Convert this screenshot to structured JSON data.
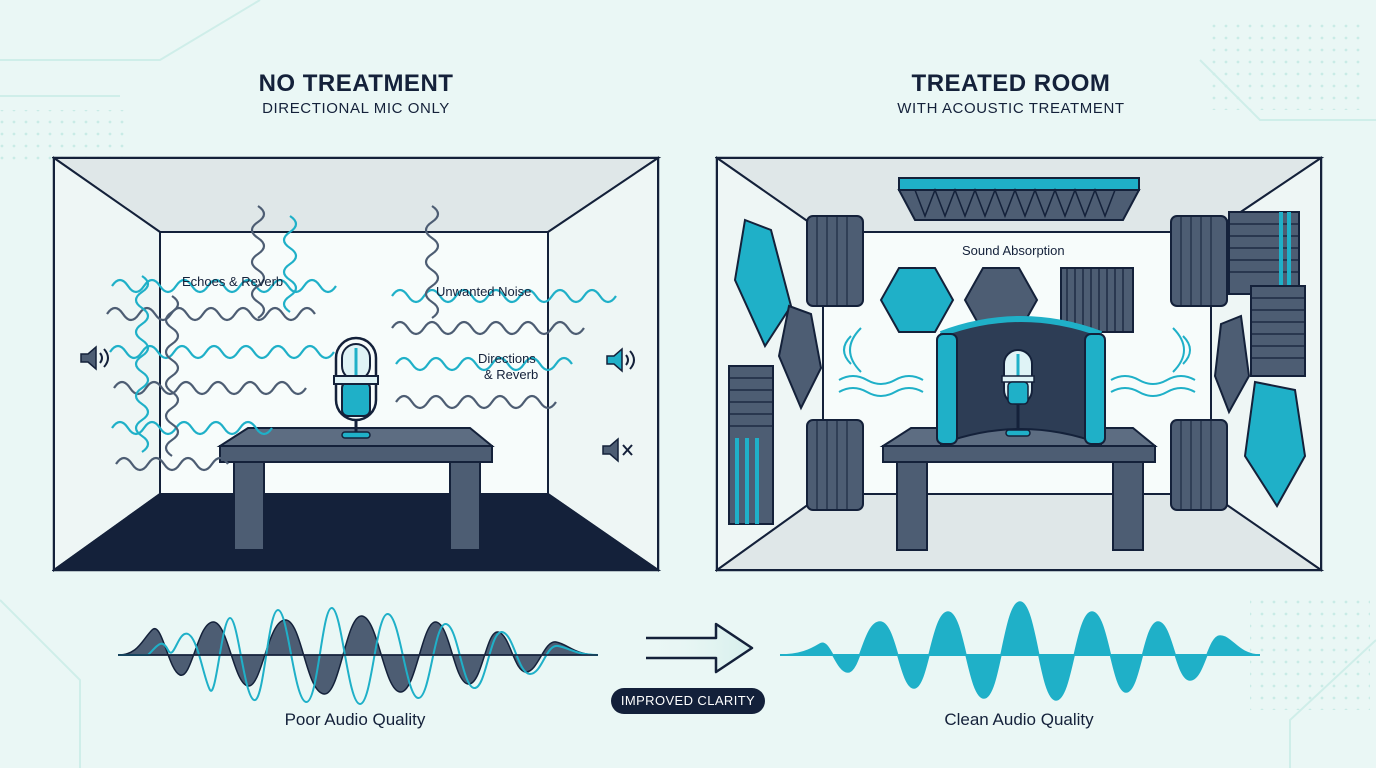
{
  "left_panel": {
    "title": "NO TREATMENT",
    "subtitle": "DIRECTIONAL MIC ONLY",
    "labels": {
      "echoes": "Echoes & Reverb",
      "noise": "Unwanted Noise",
      "directions_line1": "Directions",
      "directions_line2": "& Reverb"
    },
    "caption": "Poor Audio Quality"
  },
  "right_panel": {
    "title": "TREATED ROOM",
    "subtitle": "WITH ACOUSTIC TREATMENT",
    "labels": {
      "absorption": "Sound Absorption"
    },
    "caption": "Clean Audio Quality"
  },
  "transition": {
    "badge": "IMPROVED CLARITY"
  },
  "icons": [
    "speaker-icon",
    "speaker-muted-icon",
    "microphone-icon",
    "arrow-right-icon"
  ],
  "colors": {
    "background": "#eaf7f5",
    "navy": "#14213a",
    "teal": "#1fb0c8",
    "slate": "#4d5d73",
    "panel_fill": "#f4fbfa"
  }
}
